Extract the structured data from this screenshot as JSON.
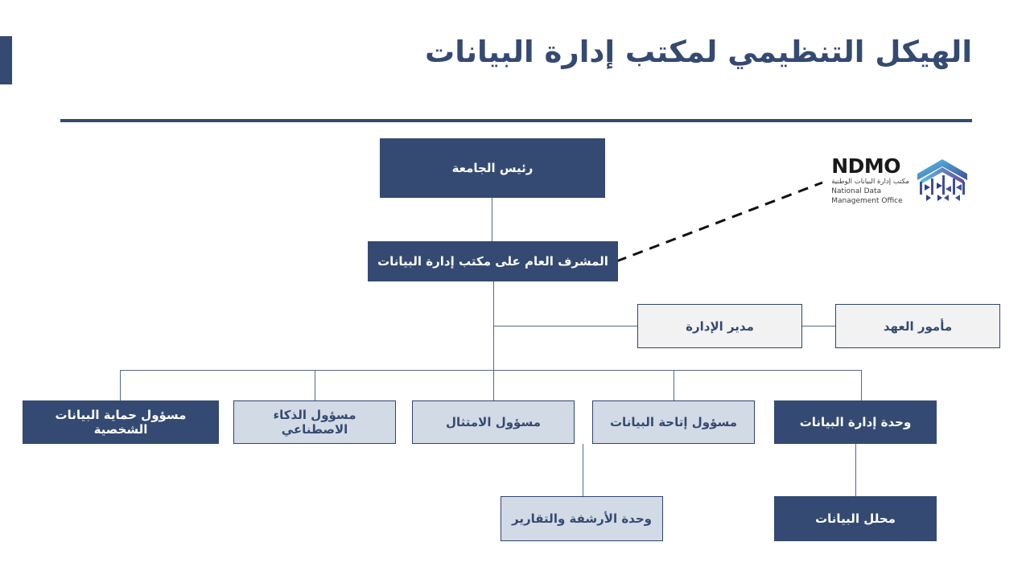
{
  "slide": {
    "title": "الهيكل التنظيمي لمكتب إدارة البيانات",
    "accent_color": "#344A72",
    "dark_box_color": "#344A72",
    "light_box_color": "#D2DAE6",
    "pale_box_color": "#F2F2F2",
    "border_color": "#2E4570",
    "line_color": "#55688E"
  },
  "logo": {
    "name": "ndmo-logo",
    "wordmark": "NDMO",
    "arabic_name": "مكتب إدارة البيانات الوطنية",
    "english_line1": "National Data",
    "english_line2": "Management Office"
  },
  "nodes": {
    "president": "رئيس الجامعة",
    "general_supervisor": "المشرف العام على مكتب إدارة البيانات",
    "admin_manager": "مدير الإدارة",
    "custodian": "مأمور العهد",
    "personal_data_protection_officer": "مسؤول حماية البيانات الشخصية",
    "ai_officer": "مسؤول الذكاء الاصطناعي",
    "compliance_officer": "مسؤول الامتثال",
    "data_availability_officer": "مسؤول إتاحة البيانات",
    "data_management_unit": "وحدة إدارة البيانات",
    "archiving_reports_unit": "وحدة الأرشفة والتقارير",
    "data_analyst": "محلل البيانات"
  }
}
